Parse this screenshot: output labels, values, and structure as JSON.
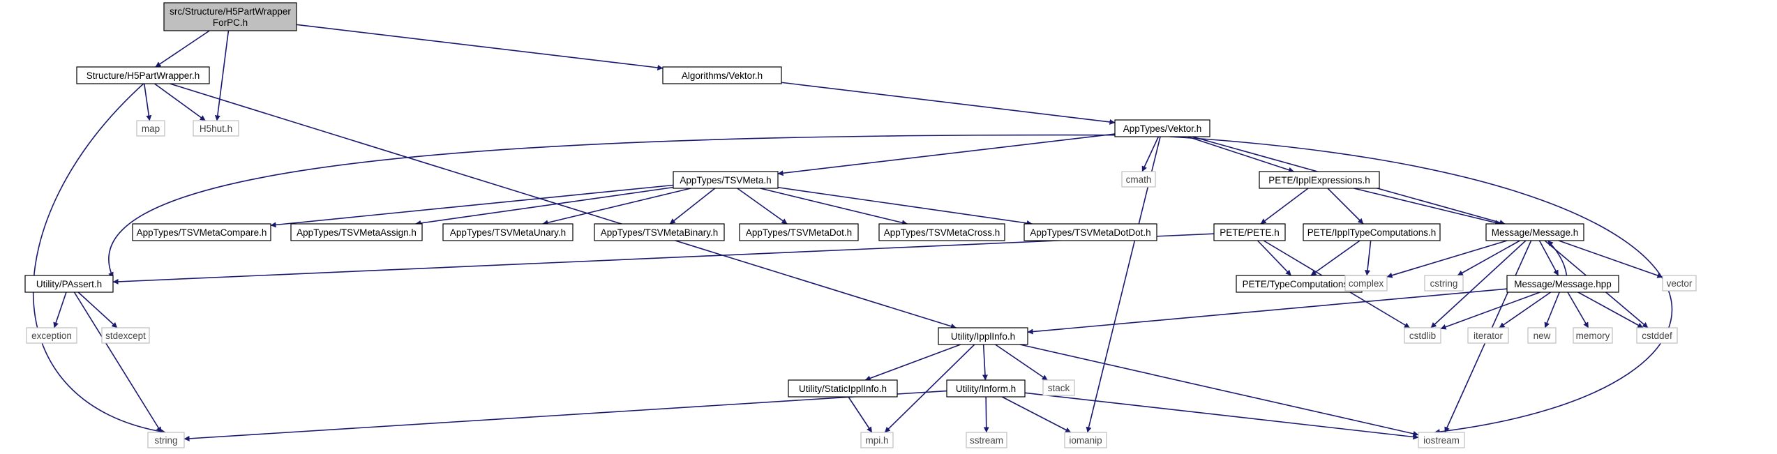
{
  "nodes": [
    {
      "id": "root",
      "lines": [
        "src/Structure/H5PartWrapper",
        "ForPC.h"
      ],
      "style": "root"
    },
    {
      "id": "h5wrapper",
      "lines": [
        "Structure/H5PartWrapper.h"
      ],
      "style": "file"
    },
    {
      "id": "alg_vektor",
      "lines": [
        "Algorithms/Vektor.h"
      ],
      "style": "file"
    },
    {
      "id": "map",
      "lines": [
        "map"
      ],
      "style": "system"
    },
    {
      "id": "h5hut",
      "lines": [
        "H5hut.h"
      ],
      "style": "system"
    },
    {
      "id": "app_vektor",
      "lines": [
        "AppTypes/Vektor.h"
      ],
      "style": "file"
    },
    {
      "id": "cmath",
      "lines": [
        "cmath"
      ],
      "style": "system"
    },
    {
      "id": "tsvmeta",
      "lines": [
        "AppTypes/TSVMeta.h"
      ],
      "style": "file"
    },
    {
      "id": "ippl_expr",
      "lines": [
        "PETE/IpplExpressions.h"
      ],
      "style": "file"
    },
    {
      "id": "tsv_compare",
      "lines": [
        "AppTypes/TSVMetaCompare.h"
      ],
      "style": "file"
    },
    {
      "id": "tsv_assign",
      "lines": [
        "AppTypes/TSVMetaAssign.h"
      ],
      "style": "file"
    },
    {
      "id": "tsv_unary",
      "lines": [
        "AppTypes/TSVMetaUnary.h"
      ],
      "style": "file"
    },
    {
      "id": "tsv_binary",
      "lines": [
        "AppTypes/TSVMetaBinary.h"
      ],
      "style": "file"
    },
    {
      "id": "tsv_dot",
      "lines": [
        "AppTypes/TSVMetaDot.h"
      ],
      "style": "file"
    },
    {
      "id": "tsv_cross",
      "lines": [
        "AppTypes/TSVMetaCross.h"
      ],
      "style": "file"
    },
    {
      "id": "tsv_dotdot",
      "lines": [
        "AppTypes/TSVMetaDotDot.h"
      ],
      "style": "file"
    },
    {
      "id": "pete",
      "lines": [
        "PETE/PETE.h"
      ],
      "style": "file"
    },
    {
      "id": "ippl_typecomp",
      "lines": [
        "PETE/IpplTypeComputations.h"
      ],
      "style": "file"
    },
    {
      "id": "message_h",
      "lines": [
        "Message/Message.h"
      ],
      "style": "file"
    },
    {
      "id": "passert",
      "lines": [
        "Utility/PAssert.h"
      ],
      "style": "file"
    },
    {
      "id": "typecomp",
      "lines": [
        "PETE/TypeComputations.h"
      ],
      "style": "file"
    },
    {
      "id": "complex",
      "lines": [
        "complex"
      ],
      "style": "system"
    },
    {
      "id": "cstring",
      "lines": [
        "cstring"
      ],
      "style": "system"
    },
    {
      "id": "message_hpp",
      "lines": [
        "Message/Message.hpp"
      ],
      "style": "file"
    },
    {
      "id": "vector",
      "lines": [
        "vector"
      ],
      "style": "system"
    },
    {
      "id": "exception",
      "lines": [
        "exception"
      ],
      "style": "system"
    },
    {
      "id": "stdexcept",
      "lines": [
        "stdexcept"
      ],
      "style": "system"
    },
    {
      "id": "ipplinfo",
      "lines": [
        "Utility/IpplInfo.h"
      ],
      "style": "file"
    },
    {
      "id": "cstdlib",
      "lines": [
        "cstdlib"
      ],
      "style": "system"
    },
    {
      "id": "iterator",
      "lines": [
        "iterator"
      ],
      "style": "system"
    },
    {
      "id": "new",
      "lines": [
        "new"
      ],
      "style": "system"
    },
    {
      "id": "memory",
      "lines": [
        "memory"
      ],
      "style": "system"
    },
    {
      "id": "cstddef",
      "lines": [
        "cstddef"
      ],
      "style": "system"
    },
    {
      "id": "static_ippl",
      "lines": [
        "Utility/StaticIpplInfo.h"
      ],
      "style": "file"
    },
    {
      "id": "inform",
      "lines": [
        "Utility/Inform.h"
      ],
      "style": "file"
    },
    {
      "id": "stack",
      "lines": [
        "stack"
      ],
      "style": "system"
    },
    {
      "id": "string",
      "lines": [
        "string"
      ],
      "style": "system"
    },
    {
      "id": "mpi",
      "lines": [
        "mpi.h"
      ],
      "style": "system"
    },
    {
      "id": "sstream",
      "lines": [
        "sstream"
      ],
      "style": "system"
    },
    {
      "id": "iomanip",
      "lines": [
        "iomanip"
      ],
      "style": "system"
    },
    {
      "id": "iostream",
      "lines": [
        "iostream"
      ],
      "style": "system"
    }
  ],
  "edges": [
    [
      "root",
      "h5wrapper"
    ],
    [
      "root",
      "h5hut"
    ],
    [
      "root",
      "alg_vektor"
    ],
    [
      "h5wrapper",
      "map"
    ],
    [
      "h5wrapper",
      "h5hut"
    ],
    [
      "h5wrapper",
      "string"
    ],
    [
      "h5wrapper",
      "ipplinfo"
    ],
    [
      "alg_vektor",
      "app_vektor"
    ],
    [
      "app_vektor",
      "tsvmeta"
    ],
    [
      "app_vektor",
      "cmath"
    ],
    [
      "app_vektor",
      "ippl_expr"
    ],
    [
      "app_vektor",
      "message_h"
    ],
    [
      "app_vektor",
      "passert"
    ],
    [
      "app_vektor",
      "iomanip"
    ],
    [
      "app_vektor",
      "iostream"
    ],
    [
      "tsvmeta",
      "tsv_compare"
    ],
    [
      "tsvmeta",
      "tsv_assign"
    ],
    [
      "tsvmeta",
      "tsv_unary"
    ],
    [
      "tsvmeta",
      "tsv_binary"
    ],
    [
      "tsvmeta",
      "tsv_dot"
    ],
    [
      "tsvmeta",
      "tsv_cross"
    ],
    [
      "tsvmeta",
      "tsv_dotdot"
    ],
    [
      "ippl_expr",
      "pete"
    ],
    [
      "ippl_expr",
      "ippl_typecomp"
    ],
    [
      "ippl_expr",
      "message_h"
    ],
    [
      "pete",
      "passert"
    ],
    [
      "pete",
      "typecomp"
    ],
    [
      "pete",
      "cstdlib"
    ],
    [
      "ippl_typecomp",
      "typecomp"
    ],
    [
      "ippl_typecomp",
      "complex"
    ],
    [
      "message_h",
      "complex"
    ],
    [
      "message_h",
      "cstring"
    ],
    [
      "message_h",
      "message_hpp"
    ],
    [
      "message_h",
      "vector"
    ],
    [
      "message_h",
      "cstdlib"
    ],
    [
      "message_h",
      "cstddef"
    ],
    [
      "message_h",
      "iostream"
    ],
    [
      "message_hpp",
      "message_h"
    ],
    [
      "message_hpp",
      "ipplinfo"
    ],
    [
      "message_hpp",
      "cstdlib"
    ],
    [
      "message_hpp",
      "iterator"
    ],
    [
      "message_hpp",
      "new"
    ],
    [
      "message_hpp",
      "memory"
    ],
    [
      "message_hpp",
      "cstddef"
    ],
    [
      "passert",
      "exception"
    ],
    [
      "passert",
      "stdexcept"
    ],
    [
      "passert",
      "string"
    ],
    [
      "ipplinfo",
      "static_ippl"
    ],
    [
      "ipplinfo",
      "inform"
    ],
    [
      "ipplinfo",
      "stack"
    ],
    [
      "ipplinfo",
      "mpi"
    ],
    [
      "ipplinfo",
      "iostream"
    ],
    [
      "static_ippl",
      "mpi"
    ],
    [
      "inform",
      "string"
    ],
    [
      "inform",
      "sstream"
    ],
    [
      "inform",
      "iomanip"
    ],
    [
      "inform",
      "iostream"
    ]
  ],
  "colors": {
    "edge": "#191970",
    "root_fill": "#bfbfbf",
    "file_border": "#000000",
    "system_border": "#bfbfbf",
    "system_text": "#444444",
    "file_text": "#000000"
  }
}
